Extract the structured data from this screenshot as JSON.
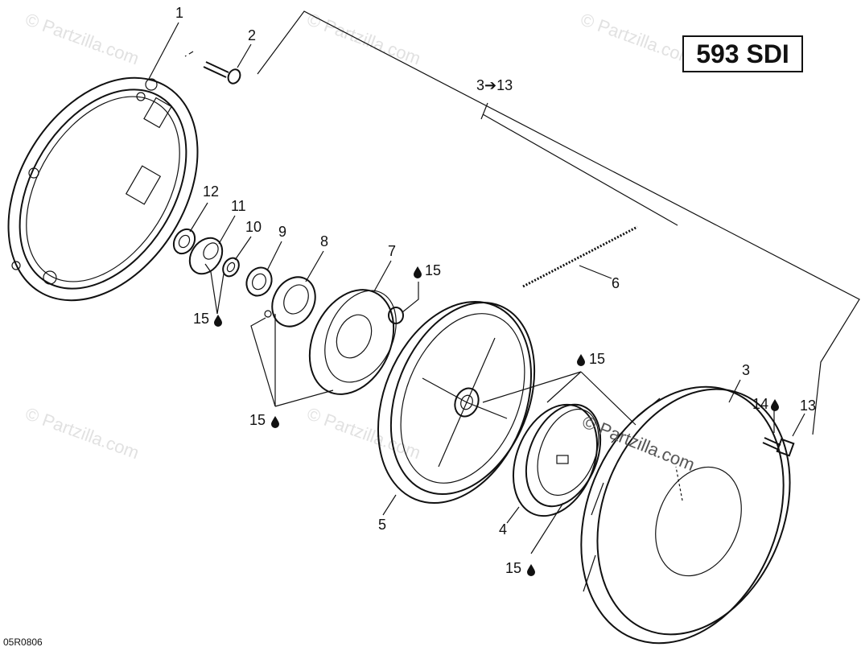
{
  "model_badge": "593 SDI",
  "diagram_code": "05R0806",
  "watermark": "© Partzilla.com",
  "callouts": {
    "c1": "1",
    "c2": "2",
    "c3_13": "3➔13",
    "c3": "3",
    "c4": "4",
    "c5": "5",
    "c6": "6",
    "c7": "7",
    "c8": "8",
    "c9": "9",
    "c10": "10",
    "c11": "11",
    "c12": "12",
    "c13": "13",
    "c14": "14",
    "c15": "15"
  },
  "icons": {
    "lubricant": "oil-drop-icon"
  }
}
